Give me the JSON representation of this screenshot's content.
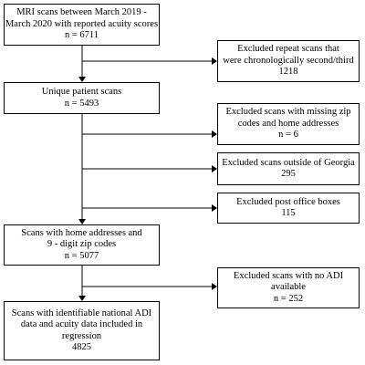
{
  "flow": {
    "mri_scans": {
      "line1": "MRI scans between March 2019 -",
      "line2": "March 2020 with reported acuity scores",
      "count": "n = 6711"
    },
    "unique_scans": {
      "line1": "Unique patient scans",
      "count": "n = 5493"
    },
    "home_addresses": {
      "line1": "Scans with home addresses and",
      "line2": "9 - digit zip codes",
      "count": "n = 5077"
    },
    "final": {
      "line1": "Scans with identifiable national ADI",
      "line2": "data and acuity data included in",
      "line3": "regression",
      "count": "4825"
    }
  },
  "exclusions": {
    "repeat": {
      "line1": "Excluded repeat scans that",
      "line2": "were chronologically second/third",
      "count": "1218"
    },
    "missing_zip": {
      "line1": "Excluded scans with missing zip",
      "line2": "codes and home addresses",
      "count": "n = 6"
    },
    "outside_georgia": {
      "line1": "Excluded scans outside of Georgia",
      "count": "295"
    },
    "po_boxes": {
      "line1": "Excluded post office boxes",
      "count": "115"
    },
    "no_adi": {
      "line1": "Excluded scans with no ADI",
      "line2": "available",
      "count": "n = 252"
    }
  }
}
